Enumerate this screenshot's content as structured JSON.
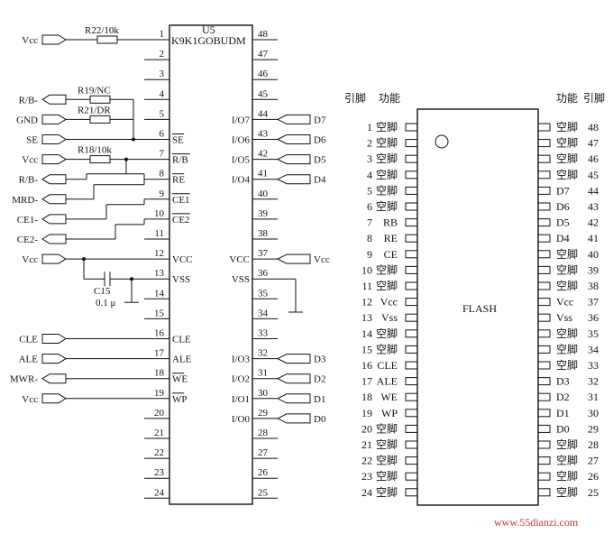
{
  "watermark": "www.55dianzi.com",
  "schematic": {
    "chip_ref": "U5",
    "chip_part": "K9K1GOBUDM",
    "left_signals": [
      {
        "label": "Vcc",
        "type": "in",
        "pin": 1
      },
      {
        "label": "R/B-",
        "type": "out",
        "pin": 4
      },
      {
        "label": "GND",
        "type": "in",
        "pin": 5
      },
      {
        "label": "SE",
        "type": "in",
        "pin": 6
      },
      {
        "label": "Vcc",
        "type": "in",
        "pin": 7
      },
      {
        "label": "R/B-",
        "type": "out",
        "pin": 8
      },
      {
        "label": "MRD-",
        "type": "out",
        "pin": 9
      },
      {
        "label": "CE1-",
        "type": "out",
        "pin": 10
      },
      {
        "label": "CE2-",
        "type": "out",
        "pin": 11
      },
      {
        "label": "Vcc",
        "type": "in",
        "pin": 12
      },
      {
        "label": "CLE",
        "type": "in",
        "pin": 16
      },
      {
        "label": "ALE",
        "type": "in",
        "pin": 17
      },
      {
        "label": "MWR-",
        "type": "out",
        "pin": 18
      },
      {
        "label": "Vcc",
        "type": "in",
        "pin": 19
      }
    ],
    "resistors": [
      {
        "label": "R22/10k",
        "pin": 1
      },
      {
        "label": "R19/NC",
        "pin": 4
      },
      {
        "label": "R21/DR",
        "pin": 5
      },
      {
        "label": "R18/10k",
        "pin": 7
      }
    ],
    "capacitor": {
      "label": "C15",
      "value": "0.1 μ"
    },
    "left_pins": [
      {
        "num": "1",
        "fn": ""
      },
      {
        "num": "2",
        "fn": ""
      },
      {
        "num": "3",
        "fn": ""
      },
      {
        "num": "4",
        "fn": ""
      },
      {
        "num": "5",
        "fn": ""
      },
      {
        "num": "6",
        "fn": "SE",
        "bar": true
      },
      {
        "num": "7",
        "fn": "R/B",
        "bar": true
      },
      {
        "num": "8",
        "fn": "RE",
        "bar": true
      },
      {
        "num": "9",
        "fn": "CE1",
        "bar": true
      },
      {
        "num": "10",
        "fn": "CE2",
        "bar": true
      },
      {
        "num": "11",
        "fn": ""
      },
      {
        "num": "12",
        "fn": "VCC"
      },
      {
        "num": "13",
        "fn": "VSS"
      },
      {
        "num": "14",
        "fn": ""
      },
      {
        "num": "15",
        "fn": ""
      },
      {
        "num": "16",
        "fn": "CLE"
      },
      {
        "num": "17",
        "fn": "ALE"
      },
      {
        "num": "18",
        "fn": "WE",
        "bar": true
      },
      {
        "num": "19",
        "fn": "WP",
        "bar": true
      },
      {
        "num": "20",
        "fn": ""
      },
      {
        "num": "21",
        "fn": ""
      },
      {
        "num": "22",
        "fn": ""
      },
      {
        "num": "23",
        "fn": ""
      },
      {
        "num": "24",
        "fn": ""
      }
    ],
    "right_pins": [
      {
        "num": "48",
        "fn": "",
        "sig": ""
      },
      {
        "num": "47",
        "fn": "",
        "sig": ""
      },
      {
        "num": "46",
        "fn": "",
        "sig": ""
      },
      {
        "num": "45",
        "fn": "",
        "sig": ""
      },
      {
        "num": "44",
        "fn": "I/O7",
        "sig": "D7"
      },
      {
        "num": "43",
        "fn": "I/O6",
        "sig": "D6"
      },
      {
        "num": "42",
        "fn": "I/O5",
        "sig": "D5"
      },
      {
        "num": "41",
        "fn": "I/O4",
        "sig": "D4"
      },
      {
        "num": "40",
        "fn": "",
        "sig": ""
      },
      {
        "num": "39",
        "fn": "",
        "sig": ""
      },
      {
        "num": "38",
        "fn": "",
        "sig": ""
      },
      {
        "num": "37",
        "fn": "VCC",
        "sig": "Vcc"
      },
      {
        "num": "36",
        "fn": "VSS",
        "sig": ""
      },
      {
        "num": "35",
        "fn": "",
        "sig": ""
      },
      {
        "num": "34",
        "fn": "",
        "sig": ""
      },
      {
        "num": "33",
        "fn": "",
        "sig": ""
      },
      {
        "num": "32",
        "fn": "I/O3",
        "sig": "D3"
      },
      {
        "num": "31",
        "fn": "I/O2",
        "sig": "D2"
      },
      {
        "num": "30",
        "fn": "I/O1",
        "sig": "D1"
      },
      {
        "num": "29",
        "fn": "I/O0",
        "sig": "D0"
      },
      {
        "num": "28",
        "fn": "",
        "sig": ""
      },
      {
        "num": "27",
        "fn": "",
        "sig": ""
      },
      {
        "num": "26",
        "fn": "",
        "sig": ""
      },
      {
        "num": "25",
        "fn": "",
        "sig": ""
      }
    ]
  },
  "pinout": {
    "header_left_pin": "引脚",
    "header_left_fn": "功能",
    "header_right_fn": "功能",
    "header_right_pin": "引脚",
    "center_label": "FLASH",
    "left": [
      {
        "num": "1",
        "fn": "空脚"
      },
      {
        "num": "2",
        "fn": "空脚"
      },
      {
        "num": "3",
        "fn": "空脚"
      },
      {
        "num": "4",
        "fn": "空脚"
      },
      {
        "num": "5",
        "fn": "空脚"
      },
      {
        "num": "6",
        "fn": "空脚"
      },
      {
        "num": "7",
        "fn": "RB"
      },
      {
        "num": "8",
        "fn": "RE"
      },
      {
        "num": "9",
        "fn": "CE"
      },
      {
        "num": "10",
        "fn": "空脚"
      },
      {
        "num": "11",
        "fn": "空脚"
      },
      {
        "num": "12",
        "fn": "Vcc"
      },
      {
        "num": "13",
        "fn": "Vss"
      },
      {
        "num": "14",
        "fn": "空脚"
      },
      {
        "num": "15",
        "fn": "空脚"
      },
      {
        "num": "16",
        "fn": "CLE"
      },
      {
        "num": "17",
        "fn": "ALE"
      },
      {
        "num": "18",
        "fn": "WE"
      },
      {
        "num": "19",
        "fn": "WP"
      },
      {
        "num": "20",
        "fn": "空脚"
      },
      {
        "num": "21",
        "fn": "空脚"
      },
      {
        "num": "22",
        "fn": "空脚"
      },
      {
        "num": "23",
        "fn": "空脚"
      },
      {
        "num": "24",
        "fn": "空脚"
      }
    ],
    "right": [
      {
        "num": "48",
        "fn": "空脚"
      },
      {
        "num": "47",
        "fn": "空脚"
      },
      {
        "num": "46",
        "fn": "空脚"
      },
      {
        "num": "45",
        "fn": "空脚"
      },
      {
        "num": "44",
        "fn": "D7"
      },
      {
        "num": "43",
        "fn": "D6"
      },
      {
        "num": "42",
        "fn": "D5"
      },
      {
        "num": "41",
        "fn": "D4"
      },
      {
        "num": "40",
        "fn": "空脚"
      },
      {
        "num": "39",
        "fn": "空脚"
      },
      {
        "num": "38",
        "fn": "空脚"
      },
      {
        "num": "37",
        "fn": "Vcc"
      },
      {
        "num": "36",
        "fn": "Vss"
      },
      {
        "num": "35",
        "fn": "空脚"
      },
      {
        "num": "34",
        "fn": "空脚"
      },
      {
        "num": "33",
        "fn": "空脚"
      },
      {
        "num": "32",
        "fn": "D3"
      },
      {
        "num": "31",
        "fn": "D2"
      },
      {
        "num": "30",
        "fn": "D1"
      },
      {
        "num": "29",
        "fn": "D0"
      },
      {
        "num": "28",
        "fn": "空脚"
      },
      {
        "num": "27",
        "fn": "空脚"
      },
      {
        "num": "26",
        "fn": "空脚"
      },
      {
        "num": "25",
        "fn": "空脚"
      }
    ]
  }
}
